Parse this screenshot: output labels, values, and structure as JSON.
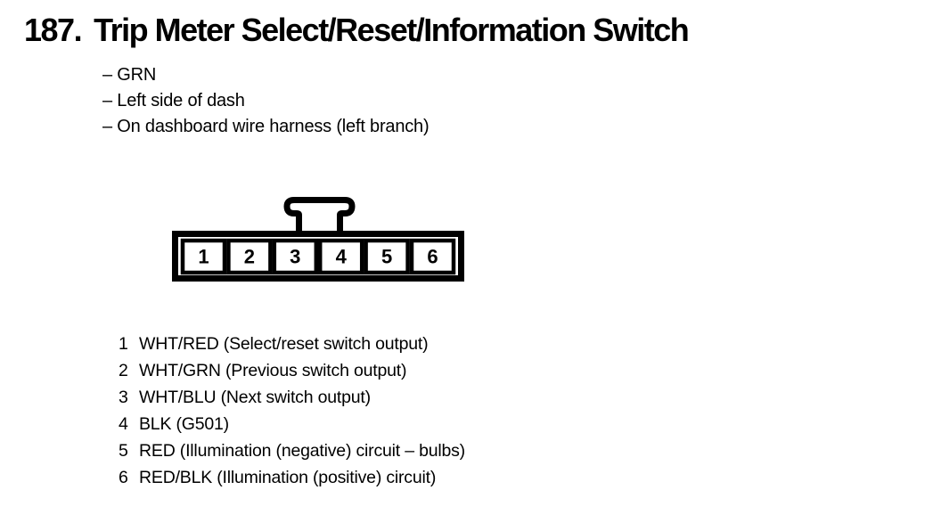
{
  "page": {
    "number": "187.",
    "title": "Trip Meter Select/Reset/Information Switch"
  },
  "notes": {
    "items": [
      "– GRN",
      "– Left side of dash",
      "– On dashboard wire harness (left branch)"
    ]
  },
  "connector": {
    "type": "6-pin connector, single row, latch tab on top",
    "pins": [
      "1",
      "2",
      "3",
      "4",
      "5",
      "6"
    ],
    "outline_color": "#000000",
    "fill_color": "#ffffff"
  },
  "pinout": {
    "rows": [
      {
        "pin": "1",
        "desc": "WHT/RED (Select/reset switch output)"
      },
      {
        "pin": "2",
        "desc": "WHT/GRN (Previous switch output)"
      },
      {
        "pin": "3",
        "desc": "WHT/BLU (Next switch output)"
      },
      {
        "pin": "4",
        "desc": "BLK (G501)"
      },
      {
        "pin": "5",
        "desc": "RED (Illumination (negative) circuit – bulbs)"
      },
      {
        "pin": "6",
        "desc": "RED/BLK (Illumination (positive) circuit)"
      }
    ]
  }
}
